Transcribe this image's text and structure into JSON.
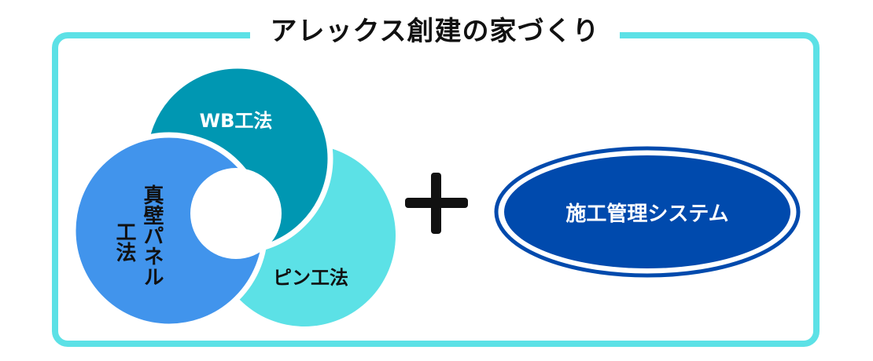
{
  "title": "アレックス創建の家づくり",
  "methods": {
    "wb": "WB工法",
    "pin": "ピン工法",
    "panel_line1": "真壁パネル",
    "panel_line2": "工法"
  },
  "plus_symbol": "+",
  "system": "施工管理システム",
  "colors": {
    "frame": "#5ce1e6",
    "wb": "#0097b2",
    "pin": "#5ce1e6",
    "panel": "#4194ec",
    "system": "#004aad"
  }
}
